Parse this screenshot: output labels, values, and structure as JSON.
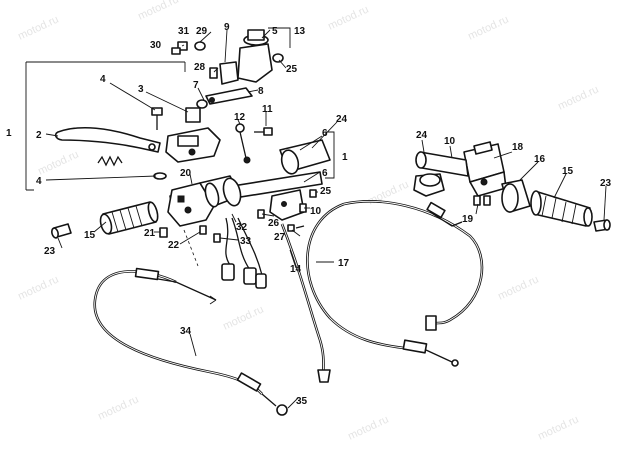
{
  "watermark": "motod.ru",
  "colors": {
    "ink": "#141414",
    "paper": "#ffffff",
    "watermark": "#cfcfcf"
  },
  "labels": {
    "l1a": "1",
    "l1b": "1",
    "l2": "2",
    "l3": "3",
    "l4a": "4",
    "l4b": "4",
    "l5": "5",
    "l6a": "6",
    "l6b": "6",
    "l7": "7",
    "l8": "8",
    "l9": "9",
    "l10a": "10",
    "l10b": "10",
    "l11": "11",
    "l12": "12",
    "l13": "13",
    "l14": "14",
    "l15a": "15",
    "l15b": "15",
    "l16": "16",
    "l17": "17",
    "l18": "18",
    "l19": "19",
    "l20": "20",
    "l21": "21",
    "l22": "22",
    "l23a": "23",
    "l23b": "23",
    "l24a": "24",
    "l24b": "24",
    "l25a": "25",
    "l25b": "25",
    "l26": "26",
    "l27": "27",
    "l28": "28",
    "l29": "29",
    "l30": "30",
    "l31": "31",
    "l32": "32",
    "l33": "33",
    "l34": "34",
    "l35": "35"
  }
}
